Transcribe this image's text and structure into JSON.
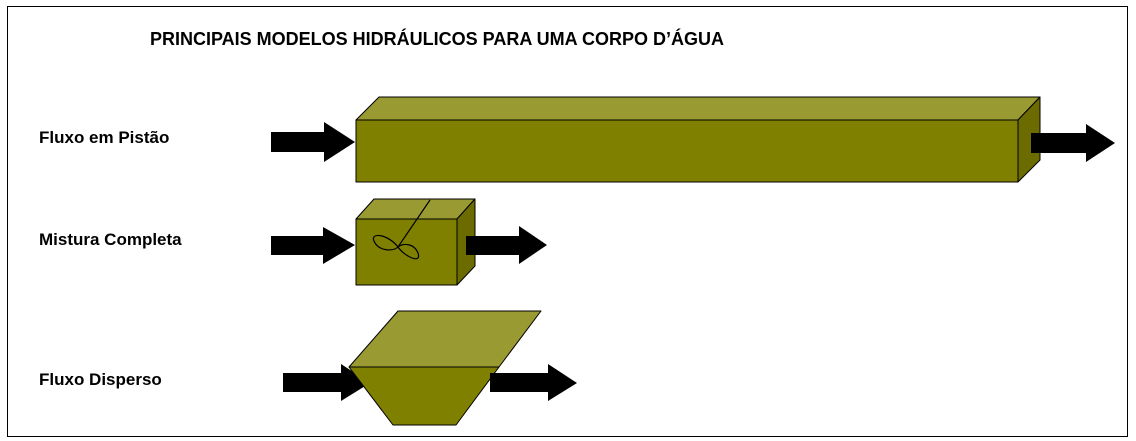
{
  "title": "PRINCIPAIS MODELOS HIDRÁULICOS PARA UMA CORPO D’ÁGUA",
  "models": [
    {
      "label": "Fluxo em Pistão"
    },
    {
      "label": "Mistura Completa"
    },
    {
      "label": "Fluxo Disperso"
    }
  ],
  "colors": {
    "front": "#808000",
    "top": "#9a9a32",
    "side": "#6b6b00",
    "arrow": "#000000",
    "outline": "#000000"
  }
}
